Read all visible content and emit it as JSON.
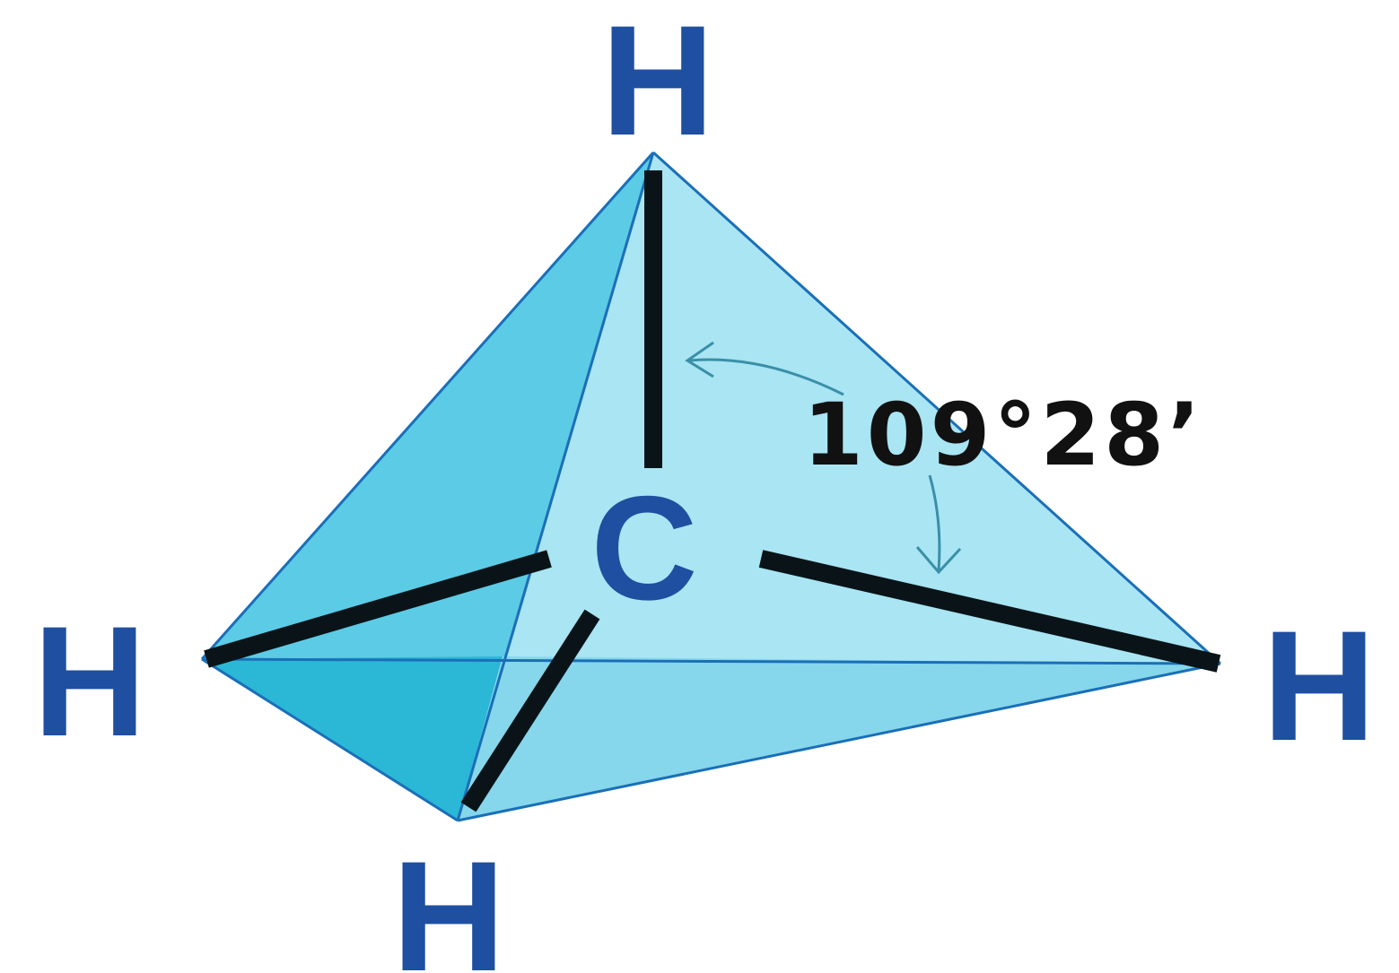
{
  "molecule": {
    "atoms": {
      "top": "H",
      "left": "H",
      "right": "H",
      "bottom": "H",
      "center": "C"
    },
    "bond_angle": "109°28’"
  },
  "colors": {
    "atom_label": "#1f4fa0",
    "bond": "#0a1418",
    "face_front_left": "#5ccbe6",
    "face_front_right": "#a9e5f3",
    "face_bottom_left": "#2bb7d6",
    "face_bottom_right": "#86d7ec",
    "edge": "#1a6fb8",
    "angle_arrow": "#3a8fa8",
    "angle_text": "#111111"
  }
}
